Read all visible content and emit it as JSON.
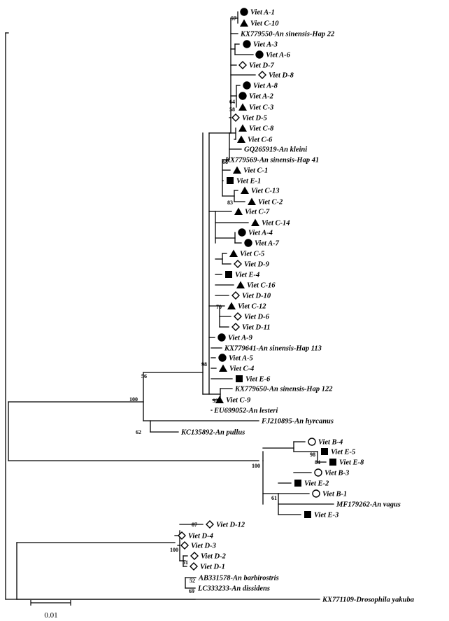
{
  "colors": {
    "ink": "#000000",
    "open_fill": "#ffffff"
  },
  "scale_bar": {
    "label": "0.01"
  },
  "taxa": [
    {
      "id": "t01",
      "label": "Viet A-1",
      "marker": "filled-circle"
    },
    {
      "id": "t02",
      "label": "Viet C-10",
      "marker": "filled-triangle"
    },
    {
      "id": "t03",
      "label": "KX779550-An sinensis-Hap 22",
      "marker": "none"
    },
    {
      "id": "t04",
      "label": "Viet A-3",
      "marker": "filled-circle"
    },
    {
      "id": "t05",
      "label": "Viet A-6",
      "marker": "filled-circle"
    },
    {
      "id": "t06",
      "label": "Viet D-7",
      "marker": "open-diamond"
    },
    {
      "id": "t07",
      "label": "Viet D-8",
      "marker": "open-diamond"
    },
    {
      "id": "t08",
      "label": "Viet A-8",
      "marker": "filled-circle"
    },
    {
      "id": "t09",
      "label": "Viet A-2",
      "marker": "filled-circle"
    },
    {
      "id": "t10",
      "label": "Viet C-3",
      "marker": "filled-triangle"
    },
    {
      "id": "t11",
      "label": "Viet D-5",
      "marker": "open-diamond"
    },
    {
      "id": "t12",
      "label": "Viet C-8",
      "marker": "filled-triangle"
    },
    {
      "id": "t13",
      "label": "Viet C-6",
      "marker": "filled-triangle"
    },
    {
      "id": "t14",
      "label": "GQ265919-An kleini",
      "marker": "none"
    },
    {
      "id": "t15",
      "label": "KX779569-An sinensis-Hap 41",
      "marker": "none"
    },
    {
      "id": "t16",
      "label": "Viet C-1",
      "marker": "filled-triangle"
    },
    {
      "id": "t17",
      "label": "Viet E-1",
      "marker": "filled-square"
    },
    {
      "id": "t18",
      "label": "Viet C-13",
      "marker": "filled-triangle"
    },
    {
      "id": "t19",
      "label": "Viet C-2",
      "marker": "filled-triangle"
    },
    {
      "id": "t20",
      "label": "Viet C-7",
      "marker": "filled-triangle"
    },
    {
      "id": "t21",
      "label": "Viet C-14",
      "marker": "filled-triangle"
    },
    {
      "id": "t22",
      "label": "Viet A-4",
      "marker": "filled-circle"
    },
    {
      "id": "t23",
      "label": "Viet A-7",
      "marker": "filled-circle"
    },
    {
      "id": "t24",
      "label": "Viet C-5",
      "marker": "filled-triangle"
    },
    {
      "id": "t25",
      "label": "Viet D-9",
      "marker": "open-diamond"
    },
    {
      "id": "t26",
      "label": "Viet E-4",
      "marker": "filled-square"
    },
    {
      "id": "t27",
      "label": "Viet C-16",
      "marker": "filled-triangle"
    },
    {
      "id": "t28",
      "label": "Viet D-10",
      "marker": "open-diamond"
    },
    {
      "id": "t29",
      "label": "Viet C-12",
      "marker": "filled-triangle"
    },
    {
      "id": "t30",
      "label": "Viet D-6",
      "marker": "open-diamond"
    },
    {
      "id": "t31",
      "label": "Viet D-11",
      "marker": "open-diamond"
    },
    {
      "id": "t32",
      "label": "Viet A-9",
      "marker": "filled-circle"
    },
    {
      "id": "t33",
      "label": "KX779641-An sinensis-Hap 113",
      "marker": "none"
    },
    {
      "id": "t34",
      "label": "Viet A-5",
      "marker": "filled-circle"
    },
    {
      "id": "t35",
      "label": "Viet C-4",
      "marker": "filled-triangle"
    },
    {
      "id": "t36",
      "label": "Viet E-6",
      "marker": "filled-square"
    },
    {
      "id": "t37",
      "label": "KX779650-An sinensis-Hap 122",
      "marker": "none"
    },
    {
      "id": "t38",
      "label": "Viet C-9",
      "marker": "filled-triangle"
    },
    {
      "id": "t39",
      "label": "EU699052-An lesteri",
      "marker": "none"
    },
    {
      "id": "t40",
      "label": "FJ210895-An hyrcanus",
      "marker": "none"
    },
    {
      "id": "t41",
      "label": "KC135892-An pullus",
      "marker": "none"
    },
    {
      "id": "t42",
      "label": "Viet B-4",
      "marker": "open-circle"
    },
    {
      "id": "t43",
      "label": "Viet E-5",
      "marker": "filled-square"
    },
    {
      "id": "t44",
      "label": "Viet E-8",
      "marker": "filled-square"
    },
    {
      "id": "t45",
      "label": "Viet B-3",
      "marker": "open-circle"
    },
    {
      "id": "t46",
      "label": "Viet E-2",
      "marker": "filled-square"
    },
    {
      "id": "t47",
      "label": "Viet B-1",
      "marker": "open-circle"
    },
    {
      "id": "t48",
      "label": "MF179262-An vagus",
      "marker": "none"
    },
    {
      "id": "t49",
      "label": "Viet E-3",
      "marker": "filled-square"
    },
    {
      "id": "t50",
      "label": "Viet D-12",
      "marker": "open-diamond"
    },
    {
      "id": "t51",
      "label": "Viet D-4",
      "marker": "open-diamond"
    },
    {
      "id": "t52",
      "label": "Viet D-3",
      "marker": "open-diamond"
    },
    {
      "id": "t53",
      "label": "Viet D-2",
      "marker": "open-diamond"
    },
    {
      "id": "t54",
      "label": "Viet D-1",
      "marker": "open-diamond"
    },
    {
      "id": "t55",
      "label": "AB331578-An barbirostris",
      "marker": "none"
    },
    {
      "id": "t56",
      "label": "LC333233-An dissidens",
      "marker": "none"
    },
    {
      "id": "t57",
      "label": "KX771109-Drosophila yakuba",
      "marker": "none"
    }
  ],
  "bootstrap": [
    {
      "id": "b01",
      "value": "57"
    },
    {
      "id": "b02",
      "value": "64"
    },
    {
      "id": "b03",
      "value": "58"
    },
    {
      "id": "b04",
      "value": "68"
    },
    {
      "id": "b05",
      "value": "83"
    },
    {
      "id": "b06",
      "value": "70"
    },
    {
      "id": "b07",
      "value": "98"
    },
    {
      "id": "b08",
      "value": "93"
    },
    {
      "id": "b09",
      "value": "56"
    },
    {
      "id": "b10",
      "value": "100"
    },
    {
      "id": "b11",
      "value": "62"
    },
    {
      "id": "b12",
      "value": "98"
    },
    {
      "id": "b13",
      "value": "84"
    },
    {
      "id": "b14",
      "value": "100"
    },
    {
      "id": "b15",
      "value": "61"
    },
    {
      "id": "b16",
      "value": "87"
    },
    {
      "id": "b17",
      "value": "100"
    },
    {
      "id": "b18",
      "value": "51"
    },
    {
      "id": "b19",
      "value": "52"
    },
    {
      "id": "b20",
      "value": "69"
    }
  ]
}
